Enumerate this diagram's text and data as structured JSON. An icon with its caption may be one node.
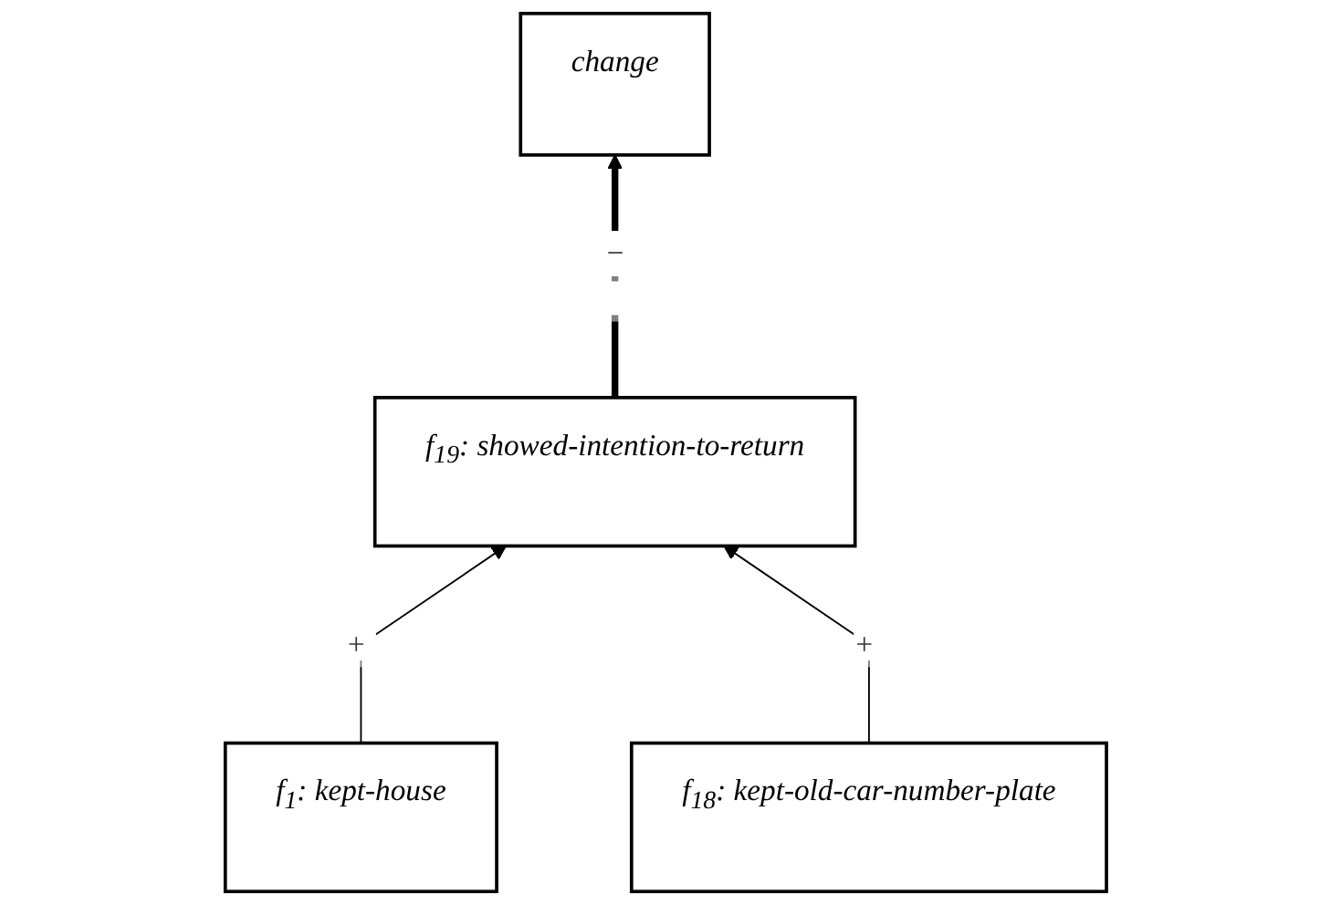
{
  "diagram": {
    "nodes": [
      {
        "text": [
          "change"
        ]
      },
      {
        "text": [
          "f$_{19}$: showed-intention-to-return"
        ]
      },
      {
        "text": [
          "f$_{1}$: kept-house"
        ]
      },
      {
        "text": [
          "f$_{18}$: kept-old-car-number-plate"
        ]
      }
    ],
    "edges": [
      {
        "from": 1,
        "to": 0,
        "arrow": "to",
        "label": "−",
        "style": "thick"
      },
      {
        "from": 2,
        "to": 1,
        "arrow": "to",
        "label": "+"
      },
      {
        "from": 3,
        "to": 1,
        "arrow": "to",
        "label": "+"
      }
    ]
  }
}
